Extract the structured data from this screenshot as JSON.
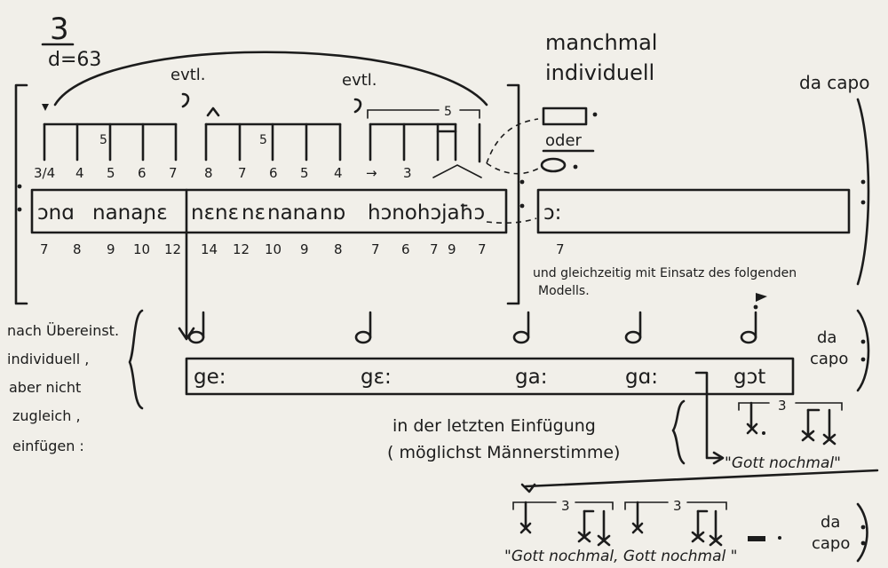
{
  "score": {
    "number": "3",
    "tempo": "d=63",
    "model1": {
      "evtl_labels": [
        "evtl.",
        "evtl."
      ],
      "tuplet_labels": [
        "5",
        "5",
        "5"
      ],
      "upper_numbers": [
        "3/4",
        "4",
        "5",
        "6",
        "7",
        "8",
        "7",
        "6",
        "5",
        "4",
        "→",
        "3"
      ],
      "text_segments": [
        "ɔnɑ",
        "nanaɲɛ",
        "nɛnɛ",
        "nɛ",
        "nana",
        "nɒ",
        "hɔnohɔjaħɔ"
      ],
      "lower_numbers": [
        "7",
        "8",
        "9",
        "10",
        "12",
        "14",
        "12",
        "10",
        "9",
        "8",
        "7",
        "6",
        "7",
        "9",
        "7"
      ]
    },
    "alternative": {
      "heading_line1": "manchmal",
      "heading_line2": "individuell",
      "oder": "oder",
      "syllable": "ɔ:",
      "number": "7",
      "note_line1": "und gleichzeitig mit Einsatz des folgenden",
      "note_line2": "Modells."
    },
    "da_capo_top": "da capo",
    "model2": {
      "left_note": [
        "nach Übereinst.",
        "individuell ,",
        "aber nicht",
        "zugleich ,",
        "einfügen :"
      ],
      "syllables": [
        "ge:",
        "gɛ:",
        "ga:",
        "gɑ:",
        "gɔt"
      ],
      "da_capo": [
        "da",
        "capo"
      ],
      "last_insert_line1": "in der letzten Einfügung",
      "last_insert_line2": "( möglichst Männerstimme)",
      "triplet": "3",
      "gott_nochmal": "\"Gott nochmal\""
    },
    "model3": {
      "triplets": [
        "3",
        "3"
      ],
      "text": "\"Gott nochmal, Gott nochmal \"",
      "da_capo": [
        "da",
        "capo"
      ]
    }
  }
}
